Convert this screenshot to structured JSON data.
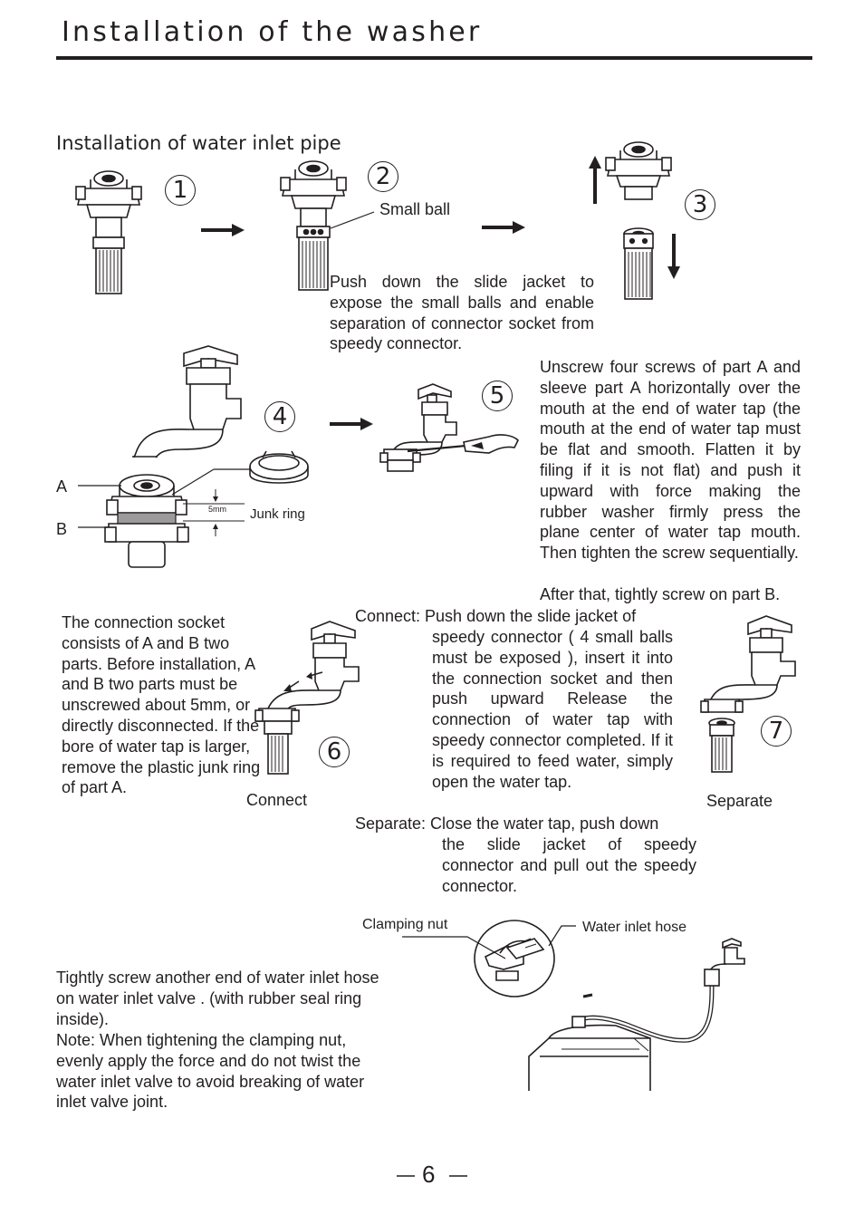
{
  "header": {
    "title": "Installation of the washer"
  },
  "section": {
    "subtitle": "Installation of water inlet pipe"
  },
  "steps": [
    "1",
    "2",
    "3",
    "4",
    "5",
    "6",
    "7"
  ],
  "labels": {
    "small_ball": "Small ball",
    "junk_ring": "Junk ring",
    "five_mm": "5mm",
    "part_a": "A",
    "part_b": "B",
    "connect": "Connect",
    "separate": "Separate",
    "clamping_nut": "Clamping nut",
    "water_inlet_hose": "Water inlet hose"
  },
  "text": {
    "push_down": "Push down the slide jacket to expose the small balls and enable separation of connector socket from speedy connector.",
    "unscrew": "Unscrew four screws of part A and sleeve part A horizontally over the mouth at the end of water tap (the mouth at the end of water tap must be flat and smooth. Flatten it by filing if it is not flat) and push it upward with force making the rubber washer firmly press the plane center of water tap mouth. Then tighten the screw sequentially.",
    "after_that": "After that, tightly screw on part B.",
    "connection_socket": "The connection socket consists of A and B two parts. Before installation, A and B two parts must be unscrewed about 5mm, or directly disconnected. If the bore of water tap is larger, remove the plastic junk ring of part A.",
    "connect_first": "Connect: Push down the slide jacket of",
    "connect_rest": "speedy connector ( 4 small balls must be exposed ), insert it into the connection socket and then push upward Release the connection of water tap with speedy connector completed. If it is required to feed water, simply open the water tap.",
    "separate_first": "Separate: Close the water tap, push down",
    "separate_rest": "the slide jacket of speedy connector and pull out the speedy connector.",
    "tighten": "Tightly screw another end of water inlet hose on water inlet valve . (with rubber seal ring inside).",
    "note": "Note: When tightening the clamping nut, evenly apply the force and do not twist the water inlet valve to avoid breaking of water inlet valve joint."
  },
  "footer": {
    "page_number": "6"
  }
}
